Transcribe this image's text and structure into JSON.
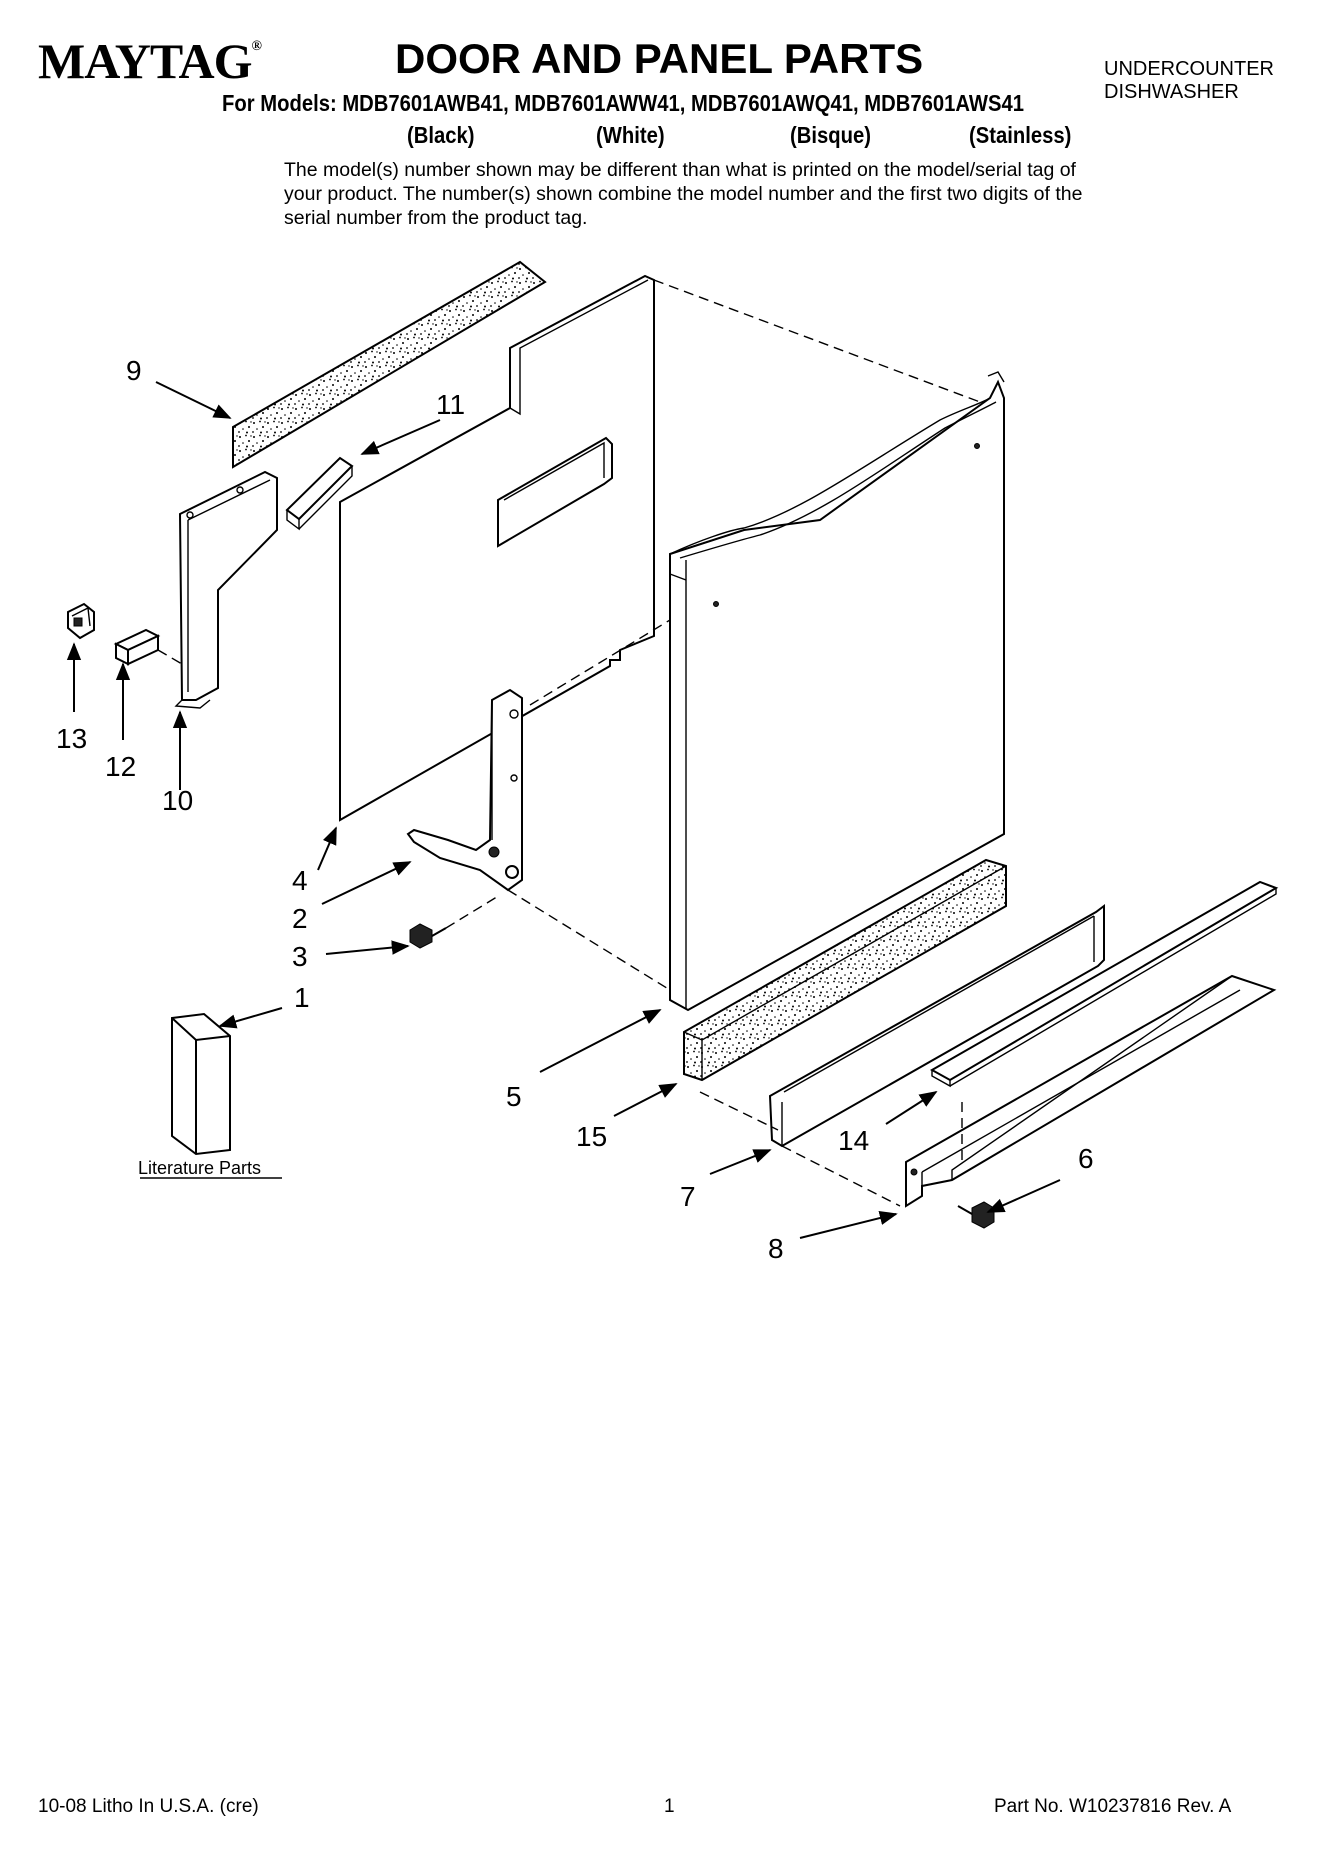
{
  "header": {
    "brand": "MAYTAG",
    "brand_mark": "®",
    "title": "DOOR AND PANEL PARTS",
    "appliance_line1": "UNDERCOUNTER",
    "appliance_line2": "DISHWASHER",
    "models": "For Models: MDB7601AWB41, MDB7601AWW41, MDB7601AWQ41, MDB7601AWS41",
    "colors": [
      "(Black)",
      "(White)",
      "(Bisque)",
      "(Stainless)"
    ],
    "note": "The model(s) number shown may be different than what is printed on the model/serial tag of your product. The number(s) shown combine the model number and the first two digits of the serial number from the product tag."
  },
  "diagram": {
    "callouts": [
      "1",
      "2",
      "3",
      "4",
      "5",
      "6",
      "7",
      "8",
      "9",
      "10",
      "11",
      "12",
      "13",
      "14",
      "15"
    ],
    "literature_label": "Literature Parts"
  },
  "footer": {
    "print_info": "10-08 Litho In U.S.A. (cre)",
    "page_number": "1",
    "part_number": "Part No. W10237816 Rev. A"
  }
}
